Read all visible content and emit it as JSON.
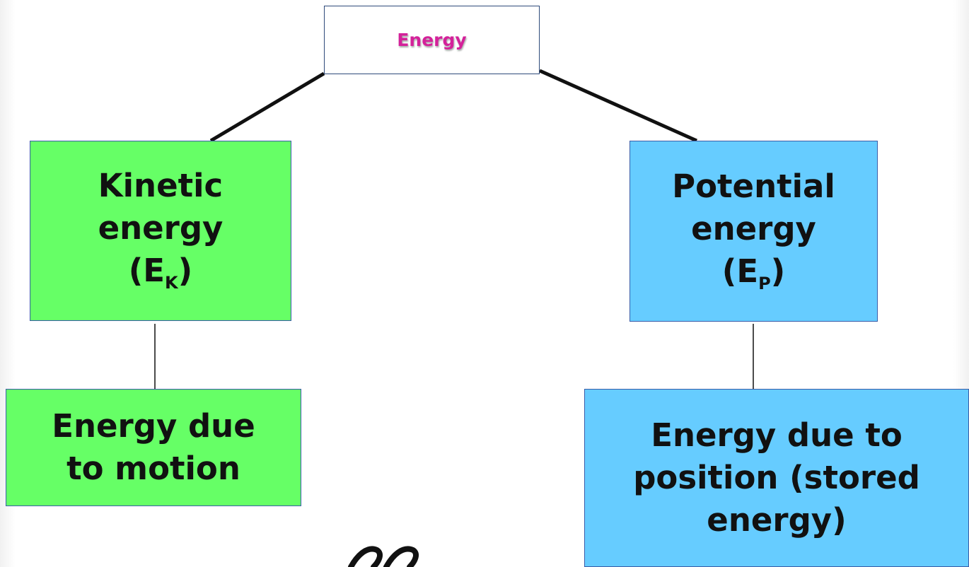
{
  "diagram": {
    "root": {
      "label": "Energy",
      "color": "#d4219a"
    },
    "kinetic": {
      "line1": "Kinetic",
      "line2": "energy",
      "symbol_open": "(E",
      "symbol_sub": "K",
      "symbol_close": ")",
      "fill": "#66ff66",
      "description": [
        "Energy due",
        "to motion"
      ]
    },
    "potential": {
      "line1": "Potential",
      "line2": "energy",
      "symbol_open": "(E",
      "symbol_sub": "P",
      "symbol_close": ")",
      "fill": "#66ccff",
      "description": [
        "Energy due to",
        "position (stored",
        "energy)"
      ]
    }
  }
}
